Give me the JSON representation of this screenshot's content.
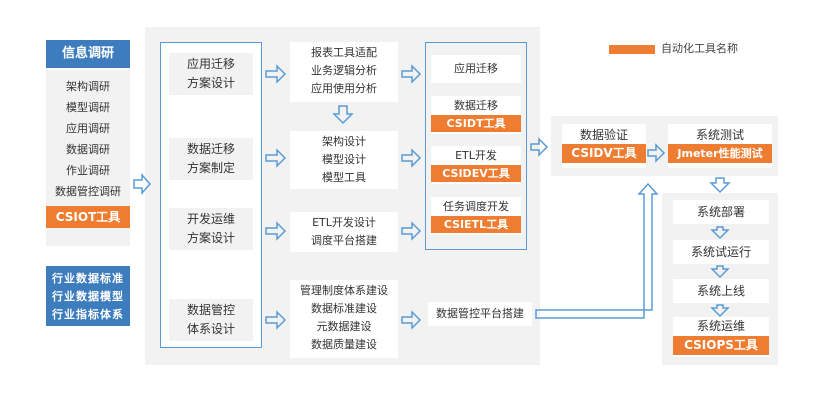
{
  "research": {
    "title": "信息调研",
    "items": [
      "架构调研",
      "模型调研",
      "应用调研",
      "数据调研",
      "作业调研",
      "数据管控调研"
    ],
    "tool": "CSIOT工具",
    "standards": [
      "行业数据标准",
      "行业数据模型",
      "行业指标体系"
    ]
  },
  "phases": [
    {
      "label": "应用迁移\n方案设计"
    },
    {
      "label": "数据迁移\n方案制定"
    },
    {
      "label": "开发运维\n方案设计"
    },
    {
      "label": "数据管控\n体系设计"
    }
  ],
  "tasks": {
    "app_analysis": [
      "报表工具适配",
      "业务逻辑分析",
      "应用使用分析"
    ],
    "arch_design": [
      "架构设计",
      "模型设计",
      "模型工具"
    ],
    "etl_design": [
      "ETL开发设计",
      "调度平台搭建"
    ],
    "governance": [
      "管理制度体系建设",
      "数据标准建设",
      "元数据建设",
      "数据质量建设"
    ]
  },
  "migration": {
    "app": "应用迁移",
    "data": "数据迁移",
    "data_tool": "CSIDT工具",
    "etl": "ETL开发",
    "etl_tool": "CSIDEV工具",
    "sched": "任务调度开发",
    "sched_tool": "CSIETL工具"
  },
  "platform": "数据管控平台搭建",
  "validation": {
    "verify": "数据验证",
    "verify_tool": "CSIDV工具",
    "systest": "系统测试",
    "systest_tool": "Jmeter性能测试"
  },
  "deploy": {
    "steps": [
      "系统部署",
      "系统试运行",
      "系统上线",
      "系统运维"
    ],
    "tool": "CSIOPS工具"
  },
  "legend": {
    "label": "自动化工具名称",
    "color": "#ee7d31"
  },
  "colors": {
    "blue": "#3d7dbd",
    "orange": "#ee7d31",
    "panel": "#f2f2f2",
    "arrow": "#5b9bd5"
  }
}
